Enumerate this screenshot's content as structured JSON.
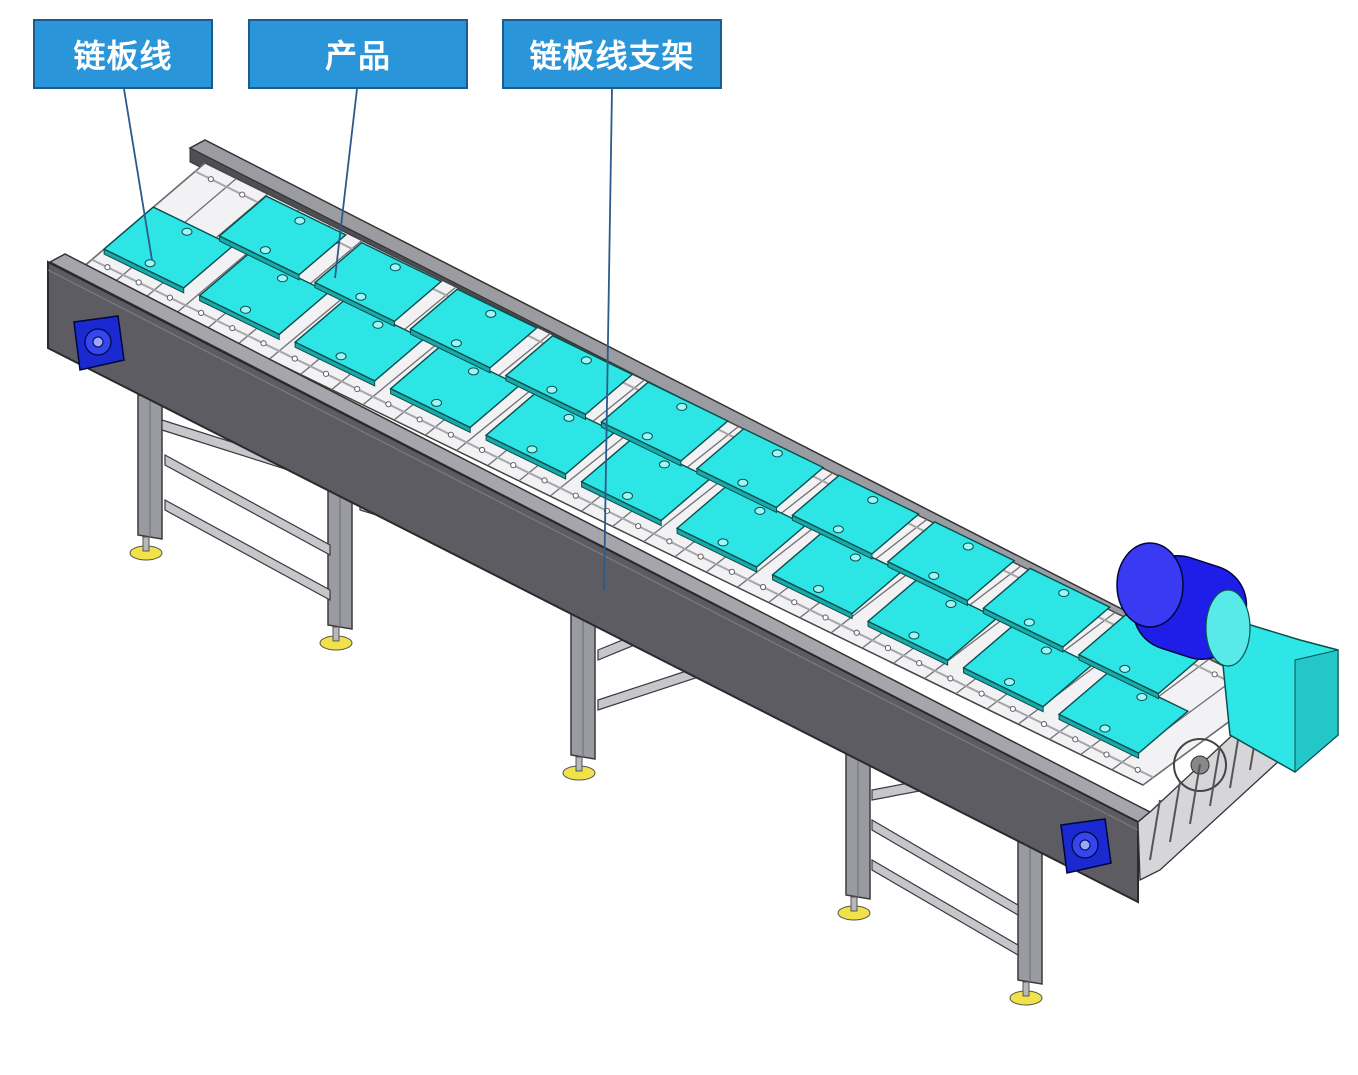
{
  "labels": {
    "chain_plate_line": "链板线",
    "product": "产品",
    "chain_plate_line_frame": "链板线支架"
  },
  "colors": {
    "callout_fill": "#2b95d9",
    "callout_border": "#1c5c8c",
    "side_frame": "#5d5c63",
    "product": "#2ee5e5",
    "motor": "#1e1ee8",
    "gearbox": "#2ee6e6",
    "bearing": "#1a2ad0",
    "leg": "#9a9aa1",
    "foot": "#f2e24a"
  }
}
